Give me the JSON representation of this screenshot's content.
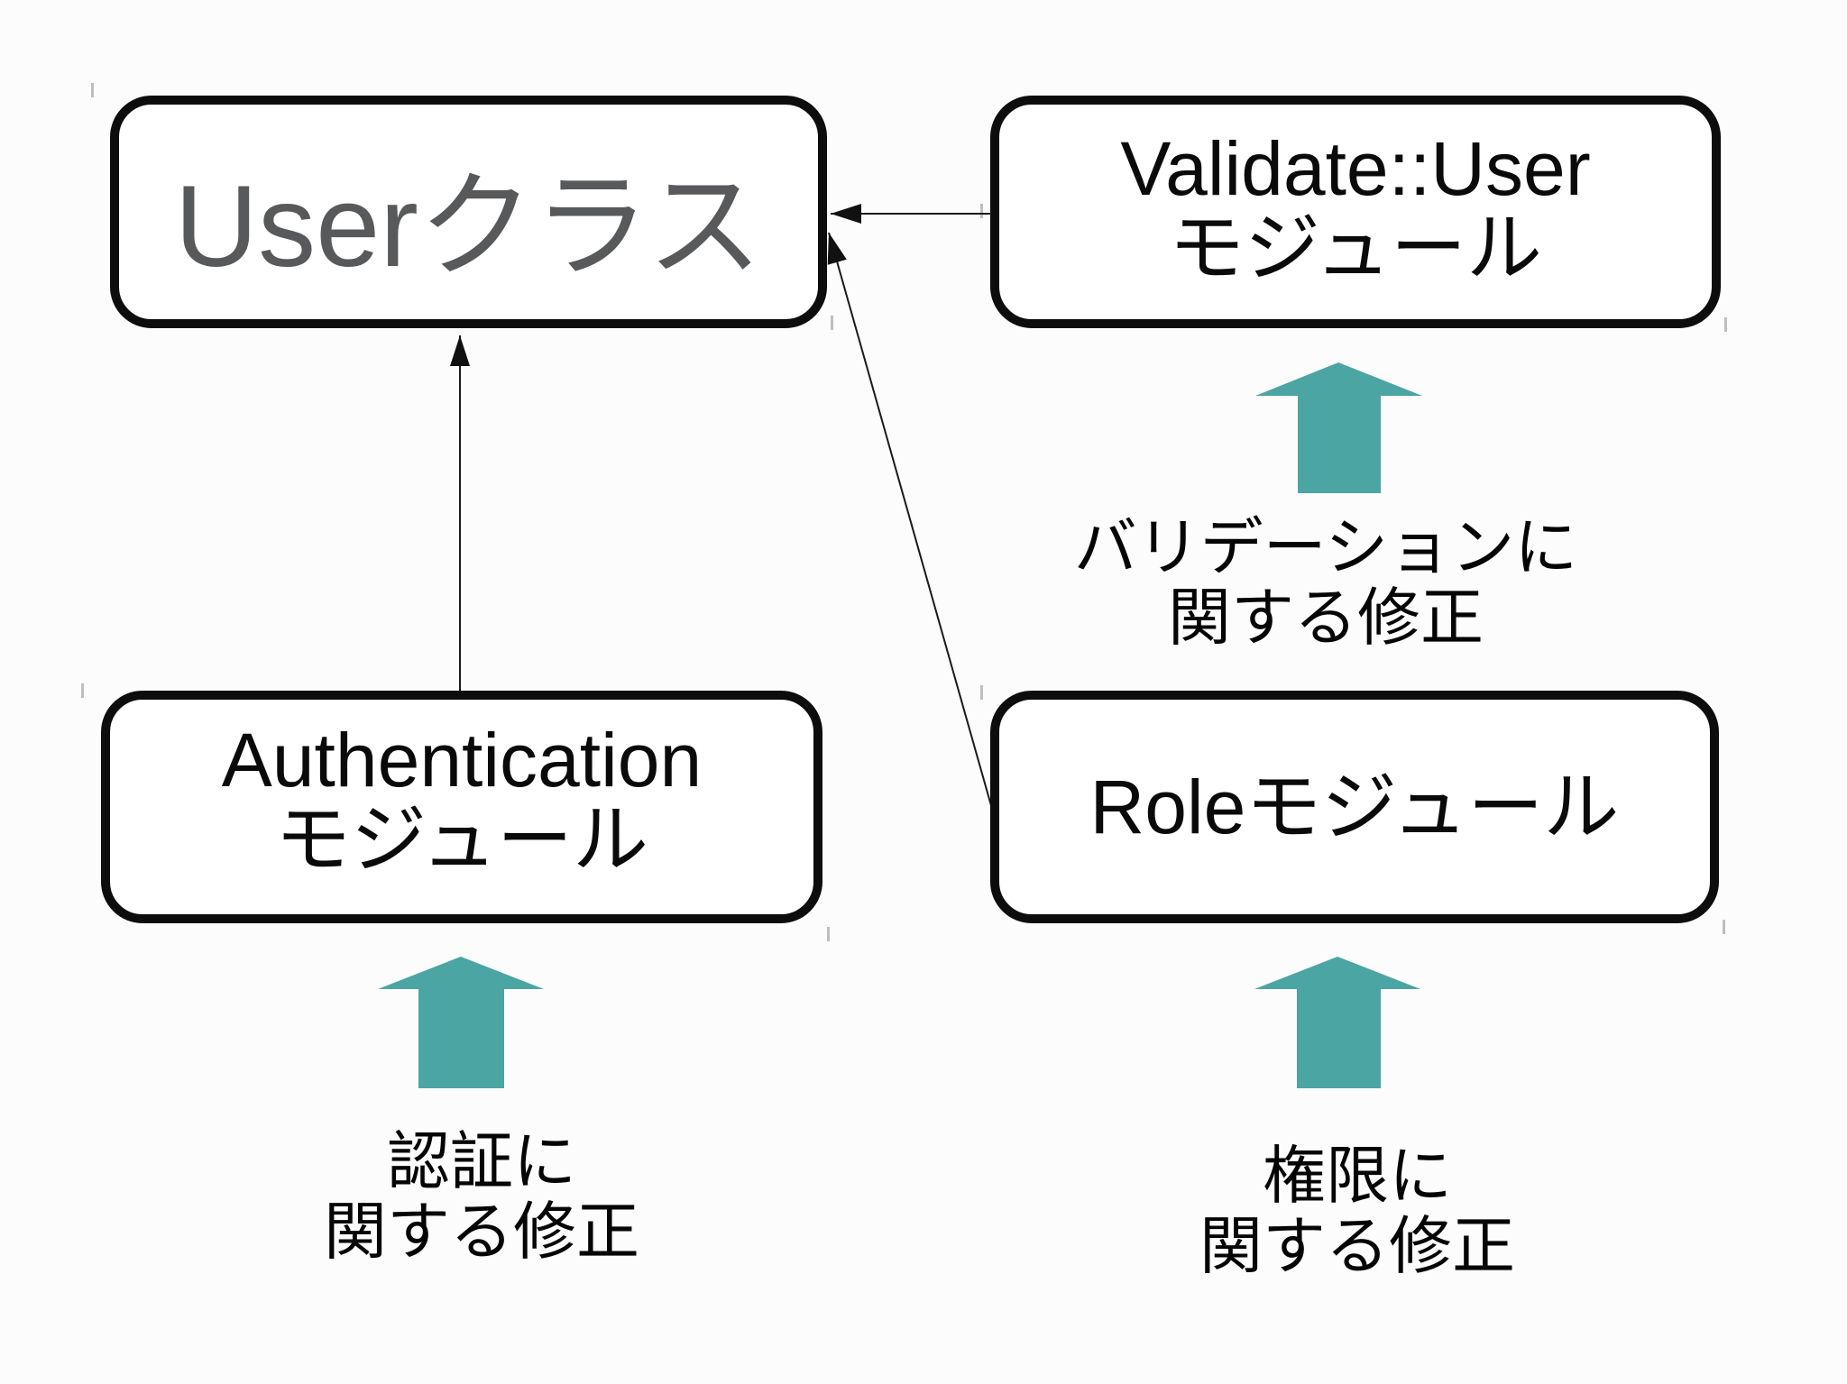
{
  "nodes": [
    {
      "id": "user-class",
      "label": "Userクラス"
    },
    {
      "id": "validate-user-module",
      "line1": "Validate::User",
      "line2": "モジュール"
    },
    {
      "id": "authentication-module",
      "line1": "Authentication",
      "line2": "モジュール"
    },
    {
      "id": "role-module",
      "label": "Roleモジュール"
    }
  ],
  "annotations": [
    {
      "id": "validation-note",
      "line1": "バリデーションに",
      "line2": "関する修正"
    },
    {
      "id": "authentication-note",
      "line1": "認証に",
      "line2": "関する修正"
    },
    {
      "id": "role-note",
      "line1": "権限に",
      "line2": "関する修正"
    }
  ],
  "colors": {
    "teal": "#4ba5a2",
    "box_border": "#0d0d0d",
    "box_fill": "#ffffff",
    "title_gray": "#58595b",
    "text": "#0a0a0a",
    "connector": "#1a1a1a",
    "background": "#fcfcfc"
  }
}
